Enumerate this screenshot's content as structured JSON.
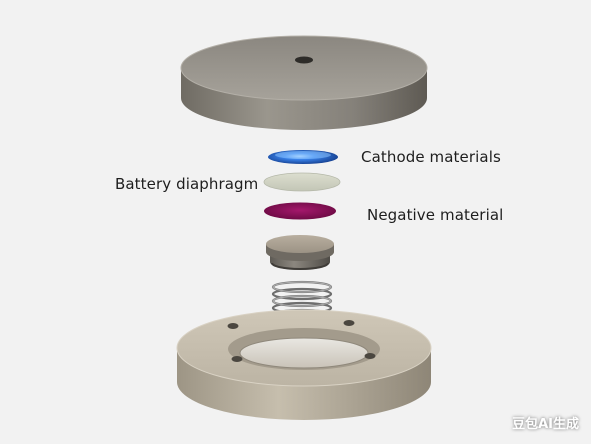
{
  "labels": {
    "cathode": "Cathode materials",
    "separator": "Battery diaphragm",
    "negative": "Negative material"
  },
  "watermark": "豆包AI生成",
  "components": [
    {
      "name": "top-cover",
      "color": "#8e8a82"
    },
    {
      "name": "cathode-disc",
      "color": "#2f6fd8"
    },
    {
      "name": "separator-disc",
      "color": "#cfd1c3"
    },
    {
      "name": "negative-disc",
      "color": "#8a0f55"
    },
    {
      "name": "spacer",
      "color": "#a79e92"
    },
    {
      "name": "spring",
      "color": "#7a7a7a"
    },
    {
      "name": "base-flange",
      "color": "#bdb5a6"
    }
  ],
  "colors": {
    "background": "#f2f2f2",
    "text": "#1e1e1e"
  }
}
